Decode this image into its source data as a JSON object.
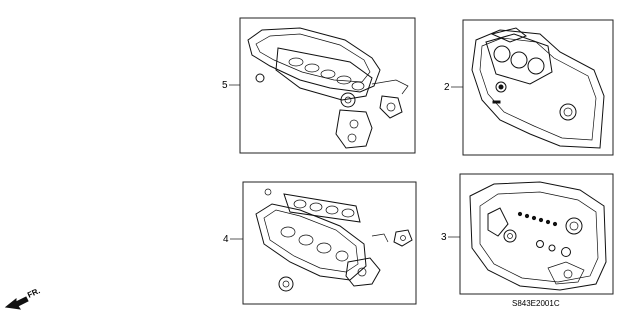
{
  "callouts": [
    {
      "number": "5"
    },
    {
      "number": "2"
    },
    {
      "number": "4"
    },
    {
      "number": "3"
    }
  ],
  "direction": {
    "label": "FR."
  },
  "part_code": "S843E2001C"
}
